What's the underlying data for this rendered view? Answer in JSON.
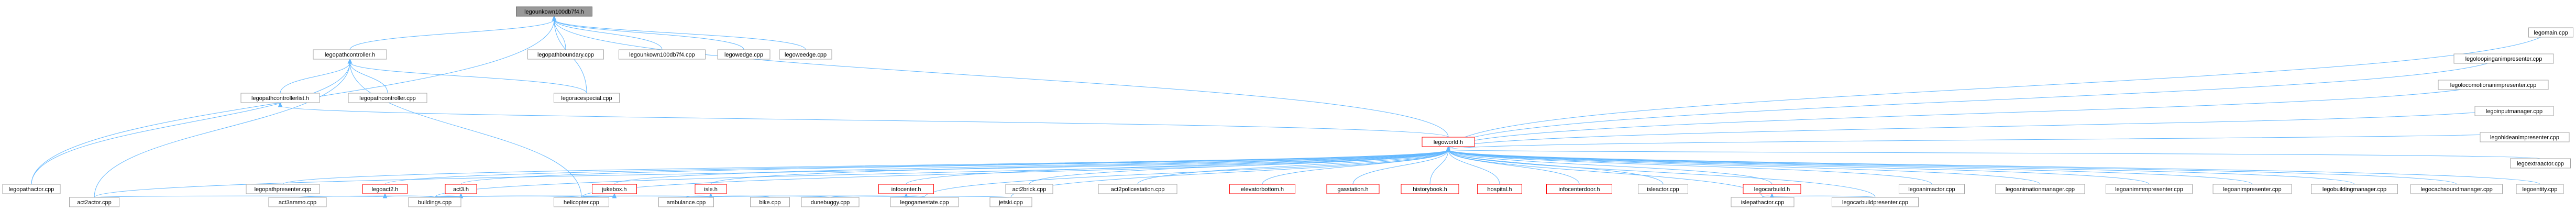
{
  "graph": {
    "nodes": [
      {
        "id": "root",
        "label": "legounkown100db7f4.h",
        "style": "root"
      },
      {
        "id": "pathctl_h",
        "label": "legopathcontroller.h",
        "style": "normal"
      },
      {
        "id": "pathbound",
        "label": "legopathboundary.cpp",
        "style": "normal"
      },
      {
        "id": "unk_cpp",
        "label": "legounkown100db7f4.cpp",
        "style": "normal"
      },
      {
        "id": "wedge_cpp",
        "label": "legowedge.cpp",
        "style": "normal"
      },
      {
        "id": "weedge_cpp",
        "label": "legoweedge.cpp",
        "style": "normal"
      },
      {
        "id": "pathlist_h",
        "label": "legopathcontrollerlist.h",
        "style": "normal"
      },
      {
        "id": "pathctl_cpp",
        "label": "legopathcontroller.cpp",
        "style": "normal"
      },
      {
        "id": "racespecial",
        "label": "legoracespecial.cpp",
        "style": "normal"
      },
      {
        "id": "world_h",
        "label": "legoworld.h",
        "style": "red"
      },
      {
        "id": "pathactor",
        "label": "legopathactor.cpp",
        "style": "normal"
      },
      {
        "id": "pathpresenter",
        "label": "legopathpresenter.cpp",
        "style": "normal"
      },
      {
        "id": "legoact2_h",
        "label": "legoact2.h",
        "style": "red"
      },
      {
        "id": "act3_h",
        "label": "act3.h",
        "style": "red"
      },
      {
        "id": "jukebox_h",
        "label": "jukebox.h",
        "style": "red"
      },
      {
        "id": "isle_h",
        "label": "isle.h",
        "style": "red"
      },
      {
        "id": "infocenter_h",
        "label": "infocenter.h",
        "style": "red"
      },
      {
        "id": "act2brick",
        "label": "act2brick.cpp",
        "style": "normal"
      },
      {
        "id": "act2policestation",
        "label": "act2policestation.cpp",
        "style": "normal"
      },
      {
        "id": "elevbottom_h",
        "label": "elevatorbottom.h",
        "style": "red"
      },
      {
        "id": "gasstation_h",
        "label": "gasstation.h",
        "style": "red"
      },
      {
        "id": "historybook_h",
        "label": "historybook.h",
        "style": "red"
      },
      {
        "id": "hospital_h",
        "label": "hospital.h",
        "style": "red"
      },
      {
        "id": "infocenterdoor_h",
        "label": "infocenterdoor.h",
        "style": "red"
      },
      {
        "id": "isleactor",
        "label": "isleactor.cpp",
        "style": "normal"
      },
      {
        "id": "carbuild_h",
        "label": "legocarbuild.h",
        "style": "red"
      },
      {
        "id": "animactor",
        "label": "legoanimactor.cpp",
        "style": "normal"
      },
      {
        "id": "animationmanager",
        "label": "legoanimationmanager.cpp",
        "style": "normal"
      },
      {
        "id": "animmmpresenter",
        "label": "legoanimmmpresenter.cpp",
        "style": "normal"
      },
      {
        "id": "animpresenter",
        "label": "legoanimpresenter.cpp",
        "style": "normal"
      },
      {
        "id": "buildingmanager",
        "label": "legobuildingmanager.cpp",
        "style": "normal"
      },
      {
        "id": "cachesoundmanager",
        "label": "legocachsoundmanager.cpp",
        "style": "normal"
      },
      {
        "id": "entity",
        "label": "legoentity.cpp",
        "style": "normal"
      },
      {
        "id": "extraactor",
        "label": "legoextraactor.cpp",
        "style": "normal"
      },
      {
        "id": "hideanimpresenter",
        "label": "legohideanimpresenter.cpp",
        "style": "normal"
      },
      {
        "id": "inputmanager",
        "label": "legoinputmanager.cpp",
        "style": "normal"
      },
      {
        "id": "locomotionanimpresenter",
        "label": "legolocomotionanimpresenter.cpp",
        "style": "normal"
      },
      {
        "id": "loopinganimpresenter",
        "label": "legoloopinganimpresenter.cpp",
        "style": "normal"
      },
      {
        "id": "legomain",
        "label": "legomain.cpp",
        "style": "normal"
      },
      {
        "id": "act2actor",
        "label": "act2actor.cpp",
        "style": "normal"
      },
      {
        "id": "act3ammo",
        "label": "act3ammo.cpp",
        "style": "normal"
      },
      {
        "id": "buildings",
        "label": "buildings.cpp",
        "style": "normal"
      },
      {
        "id": "helicopter",
        "label": "helicopter.cpp",
        "style": "normal"
      },
      {
        "id": "ambulance",
        "label": "ambulance.cpp",
        "style": "normal"
      },
      {
        "id": "bike",
        "label": "bike.cpp",
        "style": "normal"
      },
      {
        "id": "dunebuggy",
        "label": "dunebuggy.cpp",
        "style": "normal"
      },
      {
        "id": "gamestate",
        "label": "legogamestate.cpp",
        "style": "normal"
      },
      {
        "id": "jetski",
        "label": "jetski.cpp",
        "style": "normal"
      },
      {
        "id": "isleactor2",
        "label": "islepathactor.cpp",
        "style": "normal"
      },
      {
        "id": "carbuildpresenter",
        "label": "legocarbuildpresenter.cpp",
        "style": "normal"
      }
    ],
    "edges": [
      [
        "root",
        "pathctl_h"
      ],
      [
        "root",
        "pathbound"
      ],
      [
        "root",
        "unk_cpp"
      ],
      [
        "root",
        "wedge_cpp"
      ],
      [
        "root",
        "weedge_cpp"
      ],
      [
        "root",
        "pathactor"
      ],
      [
        "root",
        "racespecial"
      ],
      [
        "root",
        "world_h"
      ],
      [
        "pathctl_h",
        "pathlist_h"
      ],
      [
        "pathctl_h",
        "pathctl_cpp"
      ],
      [
        "pathctl_h",
        "racespecial"
      ],
      [
        "pathctl_h",
        "act2actor"
      ],
      [
        "pathctl_h",
        "helicopter"
      ],
      [
        "pathctl_h",
        "pathactor"
      ],
      [
        "pathlist_h",
        "world_h"
      ],
      [
        "world_h",
        "pathpresenter"
      ],
      [
        "world_h",
        "legoact2_h"
      ],
      [
        "world_h",
        "act3_h"
      ],
      [
        "world_h",
        "jukebox_h"
      ],
      [
        "world_h",
        "isle_h"
      ],
      [
        "world_h",
        "infocenter_h"
      ],
      [
        "world_h",
        "act2brick"
      ],
      [
        "world_h",
        "act2policestation"
      ],
      [
        "world_h",
        "elevbottom_h"
      ],
      [
        "world_h",
        "gasstation_h"
      ],
      [
        "world_h",
        "historybook_h"
      ],
      [
        "world_h",
        "hospital_h"
      ],
      [
        "world_h",
        "infocenterdoor_h"
      ],
      [
        "world_h",
        "isleactor"
      ],
      [
        "world_h",
        "carbuild_h"
      ],
      [
        "world_h",
        "animactor"
      ],
      [
        "world_h",
        "animationmanager"
      ],
      [
        "world_h",
        "animmmpresenter"
      ],
      [
        "world_h",
        "animpresenter"
      ],
      [
        "world_h",
        "buildingmanager"
      ],
      [
        "world_h",
        "cachesoundmanager"
      ],
      [
        "world_h",
        "entity"
      ],
      [
        "world_h",
        "extraactor"
      ],
      [
        "world_h",
        "hideanimpresenter"
      ],
      [
        "world_h",
        "inputmanager"
      ],
      [
        "world_h",
        "locomotionanimpresenter"
      ],
      [
        "world_h",
        "loopinganimpresenter"
      ],
      [
        "world_h",
        "legomain"
      ],
      [
        "world_h",
        "act2actor"
      ],
      [
        "world_h",
        "helicopter"
      ],
      [
        "world_h",
        "buildings"
      ],
      [
        "world_h",
        "gamestate"
      ],
      [
        "world_h",
        "jetski"
      ],
      [
        "world_h",
        "isleactor2"
      ],
      [
        "world_h",
        "carbuildpresenter"
      ],
      [
        "legoact2_h",
        "act2actor"
      ],
      [
        "legoact2_h",
        "buildings"
      ],
      [
        "act3_h",
        "act3ammo"
      ],
      [
        "act3_h",
        "buildings"
      ],
      [
        "act3_h",
        "helicopter"
      ],
      [
        "jukebox_h",
        "buildings"
      ],
      [
        "jukebox_h",
        "helicopter"
      ],
      [
        "isle_h",
        "buildings"
      ],
      [
        "isle_h",
        "helicopter"
      ],
      [
        "isle_h",
        "ambulance"
      ],
      [
        "isle_h",
        "bike"
      ],
      [
        "isle_h",
        "dunebuggy"
      ],
      [
        "isle_h",
        "gamestate"
      ],
      [
        "isle_h",
        "jetski"
      ],
      [
        "infocenter_h",
        "gamestate"
      ],
      [
        "infocenter_h",
        "dunebuggy"
      ],
      [
        "carbuild_h",
        "isleactor2"
      ],
      [
        "carbuild_h",
        "carbuildpresenter"
      ]
    ]
  }
}
